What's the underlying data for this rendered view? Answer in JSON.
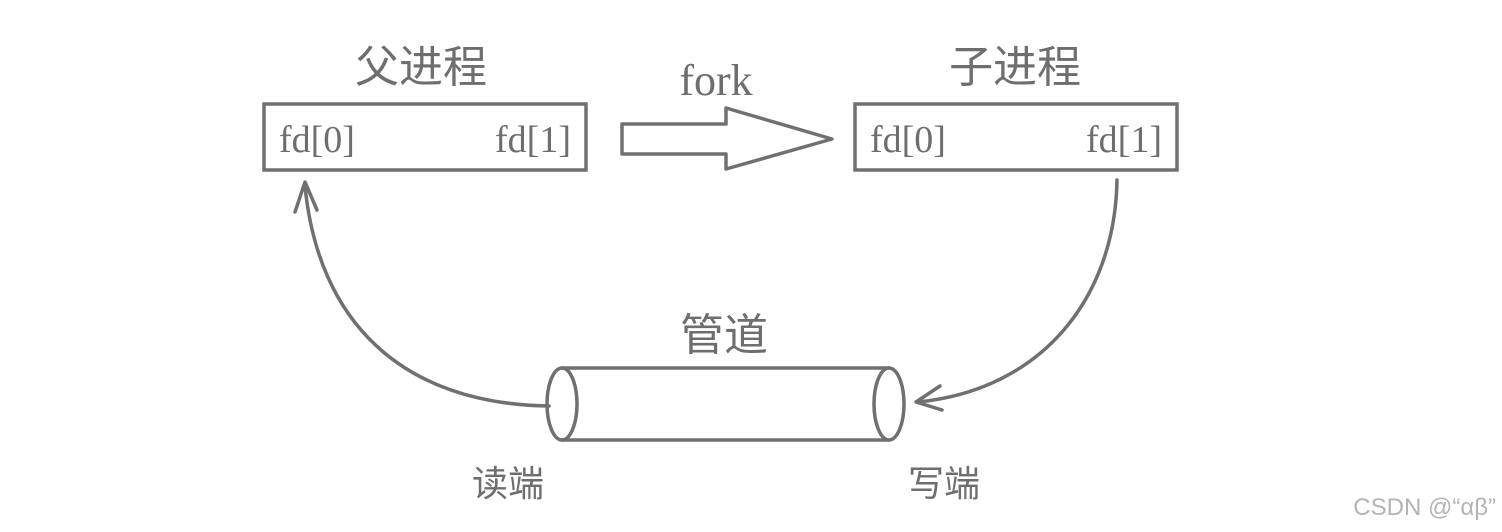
{
  "parent_process": {
    "title": "父进程",
    "fd0": "fd[0]",
    "fd1": "fd[1]"
  },
  "child_process": {
    "title": "子进程",
    "fd0": "fd[0]",
    "fd1": "fd[1]"
  },
  "fork": {
    "label": "fork"
  },
  "pipe": {
    "title": "管道",
    "read_end": "读端",
    "write_end": "写端"
  },
  "watermark": "CSDN @“αβ”",
  "colors": {
    "stroke": "#707070",
    "text": "#6e6e6e",
    "watermark": "#b4b4b4"
  }
}
